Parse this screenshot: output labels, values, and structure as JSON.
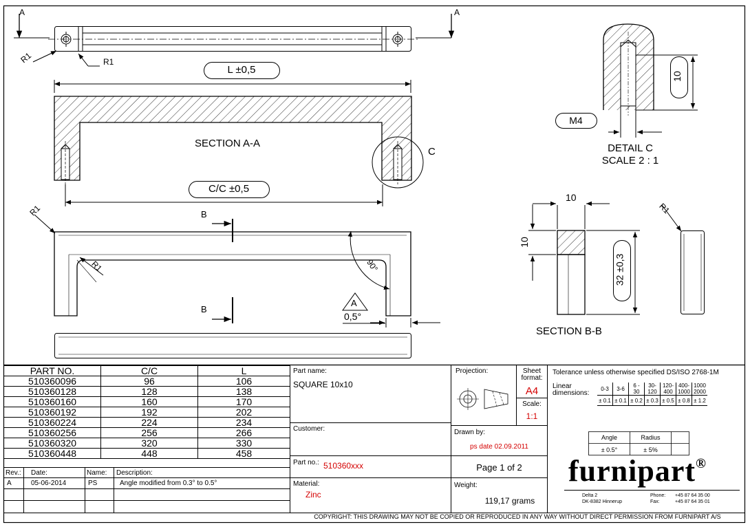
{
  "drawing_labels": {
    "section_a_marker": "A",
    "r1": "R1",
    "length_dim": "L ±0,5",
    "section_aa": "SECTION A-A",
    "detail_marker": "C",
    "cc_dim": "C/C ±0,5",
    "section_b_marker": "B",
    "angle_90": "90°",
    "angle_note_letter": "A",
    "angle_note_value": "0,5°",
    "detail_c_title": "DETAIL C",
    "detail_c_scale": "SCALE 2 : 1",
    "thread": "M4",
    "depth_10": "10",
    "width_10": "10",
    "height_10": "10",
    "height_32": "32 ±0,3",
    "section_bb": "SECTION B-B"
  },
  "parts_table": {
    "headers": [
      "PART NO.",
      "C/C",
      "L"
    ],
    "rows": [
      [
        "510360096",
        "96",
        "106"
      ],
      [
        "510360128",
        "128",
        "138"
      ],
      [
        "510360160",
        "160",
        "170"
      ],
      [
        "510360192",
        "192",
        "202"
      ],
      [
        "510360224",
        "224",
        "234"
      ],
      [
        "510360256",
        "256",
        "266"
      ],
      [
        "510360320",
        "320",
        "330"
      ],
      [
        "510360448",
        "448",
        "458"
      ]
    ]
  },
  "revision_table": {
    "headers": [
      "Rev.:",
      "Date:",
      "Name:",
      "Description:"
    ],
    "rows": [
      [
        "A",
        "05-06-2014",
        "PS",
        "Angle modified from 0.3° to 0.5°"
      ]
    ]
  },
  "title_block": {
    "part_name_label": "Part name:",
    "part_name_value": "SQUARE 10x10",
    "customer_label": "Customer:",
    "part_no_label": "Part no.:",
    "part_no_value": "510360xxx",
    "material_label": "Material:",
    "material_value": "Zinc",
    "projection_label": "Projection:",
    "sheet_format_label": "Sheet format:",
    "sheet_format_value": "A4",
    "scale_label": "Scale:",
    "scale_value": "1:1",
    "drawn_by_label": "Drawn by:",
    "drawn_by_value": "ps date 02.09.2011",
    "page_value": "Page 1 of 2",
    "weight_label": "Weight:",
    "weight_value": "119,17 grams",
    "copyright": "COPYRIGHT: THIS DRAWING MAY NOT BE COPIED OR REPRODUCED IN ANY WAY WITHOUT DIRECT PERMISSION FROM FURNIPART A/S"
  },
  "tolerance": {
    "title": "Tolerance unless otherwise specified DS/ISO 2768-1M",
    "linear_label": "Linear dimensions:",
    "ranges": [
      "0-3",
      "3-6",
      "6 - 30",
      "30- 120",
      "120- 400",
      "400- 1000",
      "1000 2000"
    ],
    "values": [
      "± 0.1",
      "± 0.1",
      "± 0.2",
      "± 0.3",
      "± 0.5",
      "± 0.8",
      "± 1.2"
    ],
    "angle_label": "Angle",
    "angle_value": "± 0.5°",
    "radius_label": "Radius",
    "radius_value": "± 5%"
  },
  "company": {
    "logo_text": "furnipart",
    "logo_mark": "®",
    "address_line1": "Delta 2",
    "address_line2": "DK-8382 Hinnerup",
    "phone_label": "Phone:",
    "phone_value": "+45 87 64 35 00",
    "fax_label": "Fax:",
    "fax_value": "+45 87 64 35 01"
  }
}
